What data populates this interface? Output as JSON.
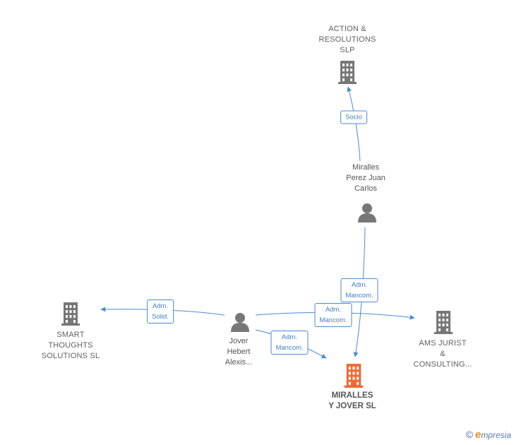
{
  "nodes": {
    "action": {
      "lines": [
        "ACTION &",
        "RESOLUTIONS",
        "SLP"
      ]
    },
    "miralles_perez": {
      "lines": [
        "Miralles",
        "Perez Juan",
        "Carlos"
      ]
    },
    "smart": {
      "lines": [
        "SMART",
        "THOUGHTS",
        "SOLUTIONS  SL"
      ]
    },
    "jover": {
      "lines": [
        "Jover",
        "Hebert",
        "Alexis..."
      ]
    },
    "ams": {
      "lines": [
        "AMS JURIST",
        "&",
        "CONSULTING..."
      ]
    },
    "miralles_jover": {
      "lines": [
        "MIRALLES",
        "Y JOVER  SL"
      ]
    }
  },
  "edges": {
    "socio": {
      "lines": [
        "Socio"
      ]
    },
    "adm_solid": {
      "lines": [
        "Adm.",
        "Solid."
      ]
    },
    "adm_mancom_1": {
      "lines": [
        "Adm.",
        "Mancom."
      ]
    },
    "adm_mancom_2": {
      "lines": [
        "Adm.",
        "Mancom."
      ]
    },
    "adm_mancom_3": {
      "lines": [
        "Adm.",
        "Mancom."
      ]
    }
  },
  "colors": {
    "edge": "#4a8ad8",
    "node_gray": "#777777",
    "node_main": "#f06a35"
  },
  "watermark": {
    "copyright": "©",
    "brand_e": "e",
    "brand_rest": "mpresia"
  }
}
